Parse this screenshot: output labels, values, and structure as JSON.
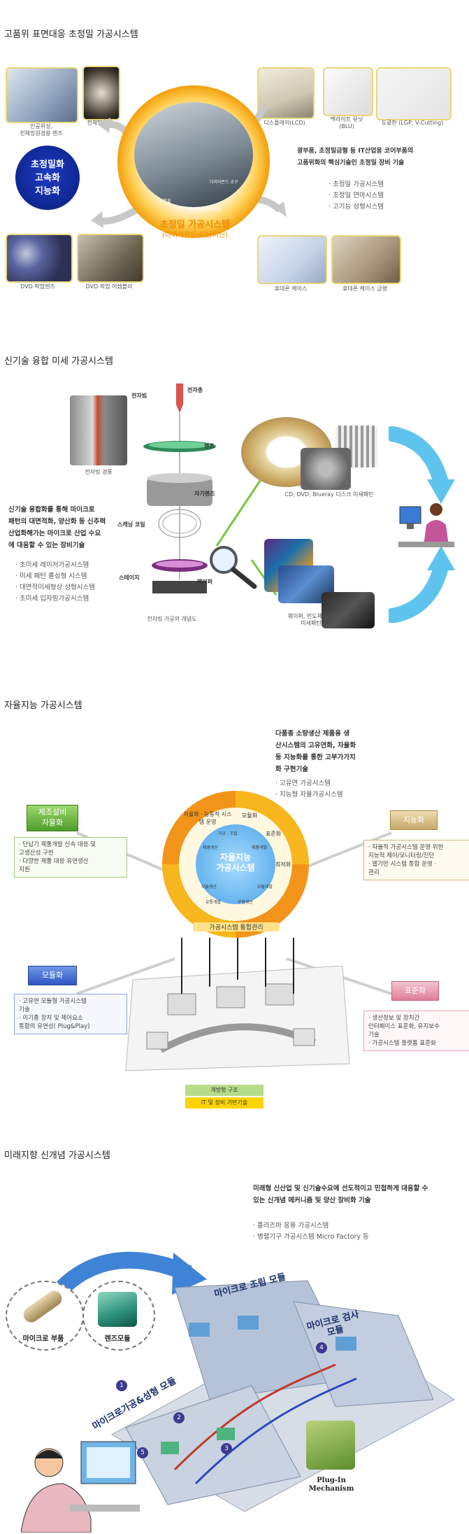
{
  "sections": [
    {
      "title": "고품위 표면대응 초정밀 가공시스템"
    },
    {
      "title": "신기술 융합 미세 가공시스템"
    },
    {
      "title": "자율지능 가공시스템"
    },
    {
      "title": "미래지향 신개념 가공시스템"
    }
  ],
  "s1": {
    "photos": {
      "lens": "인공위성,\n천체망원경용 렌즈",
      "telescope": "천체망원경",
      "lcd": "디스플레이(LCD)",
      "blu": "백라이트 유닛\n(BLU)",
      "lgp": "도광판 (LGP, V-Cutting)",
      "dvd_lens": "DVD 픽업렌즈",
      "dvd_assy": "DVD 픽업 어셈블리",
      "phone": "휴대폰 케이스",
      "phone_mold": "휴대폰 케이스 금형"
    },
    "bubble": "초정밀화\n고속화\n지능화",
    "center_title": "초정밀 가공시스템",
    "center_sub": "(다이아몬드 터닝머신)",
    "machine_labels": [
      "다이아몬드 공구",
      "공작물",
      "무진동 회전스핀들"
    ],
    "desc": "광부품, 초정밀금형 등 IT산업용 코어부품의\n고품위화의 핵심기술인 초정밀 장비 기술",
    "bullets": [
      "· 초정밀 가공시스템",
      "· 초정밀 연마시스템",
      "· 고기능 성형시스템"
    ]
  },
  "s2": {
    "cap_beam": "전자빔 경통",
    "labels": [
      "전자빔",
      "전자총",
      "렌즈",
      "자기렌즈",
      "스캐닝 코일",
      "스테이지",
      "웨이퍼"
    ],
    "cap_concept": "전자빔 가공의 개념도",
    "cap_disc": "CD, DVD, Blueray 디스크 미세패턴",
    "cap_wafer": "웨이퍼, 반도체 칩의\n미세패턴",
    "desc": "신기술 융합화를 통해 마이크로\n패턴의 대면적화, 양산화 등 신추력\n산업화해가는 마이크로 산업 수요\n에 대응할 수 있는 장비기술",
    "bullets": [
      "· 초미세 레이저가공시스템",
      "· 미세 패턴 롤성형 시스템",
      "· 대면적미세형상 성형시스템",
      "· 초미세 입자빔가공시스템"
    ]
  },
  "s3": {
    "desc": "다품종 소량생산 제품용 생\n산시스템의 고유연화, 자율화\n등 지능화를 통한 고부가가치\n화 구현기술",
    "bullets": [
      "· 고유연 가공시스템",
      "· 지능형 자율가공시스템"
    ],
    "center": "자율지능\n가공시스템",
    "ring_labels": [
      "자율화 · 능동적 시스템 운영",
      "모듈화",
      "표준화",
      "최적화"
    ],
    "inner_tags": [
      "가공 · 조립",
      "제품개발",
      "제품생산",
      "모듈생산",
      "유통개발",
      "부품생산",
      "모듈개발"
    ],
    "bottom": "가공시스템 통합관리",
    "tags": {
      "left_top": "제조설비\n자율화",
      "left_bottom": "모듈화",
      "right_top": "지능화",
      "right_bottom": "표준화"
    },
    "boxes": {
      "left_top": "· 단납기 제품개발 신속 대응 및\n  고생산성 구현\n· 다양한 제품 대응 유연생산\n  지원",
      "left_bottom": "· 고유연 모듈형 가공시스템\n  기술\n· 이기종 장치 및 제어요소\n  통합의 유연성( Plug&Play)",
      "right_top": "· 자율적 가공시스템 운영 위한\n  지능적 제어/모니터링/진단\n· 웹기반 시스템 통합 운영 ·\n  관리",
      "right_bottom": "· 생산정보 및 장치간\n  인터페이스 표준화, 유지보수\n  기술\n· 가공시스템 플랫폼 표준화"
    },
    "legend": [
      "개방형 구조",
      "IT 및 장비 기반기술"
    ]
  },
  "s4": {
    "desc": "미래형 신산업 및 신기술수요에 선도적이고 민첩하게 대응할 수\n있는 신개념 메커니즘 및 양산 장비화 기술",
    "bullets": [
      "· 플라즈마 응용 가공시스템",
      "· 병렬기구 가공시스템 Micro Factory 등"
    ],
    "labels": {
      "micro_part": "마이크로 부품",
      "lens_module": "렌즈모듈",
      "assembly": "마이크로 조립 모듈",
      "inspection": "마이크로 검사\n모듈",
      "machining": "마이크로가공&성형 모듈",
      "plugin": "Plug-In\nMechanism"
    },
    "numbers": [
      "1",
      "2",
      "3",
      "4",
      "5"
    ]
  },
  "colors": {
    "orange": "#f39c12",
    "blue": "#1a3ab8",
    "green": "#5aa532"
  }
}
